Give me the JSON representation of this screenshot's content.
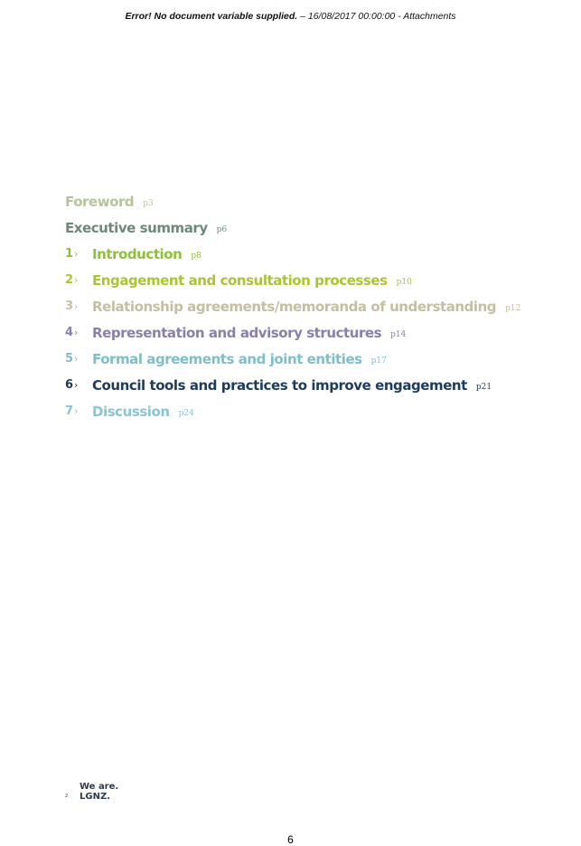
{
  "header": {
    "error_text": "Error! No document variable supplied.",
    "rest_text": " – 16/08/2017 00:00:00 - Attachments"
  },
  "toc": {
    "foreword": {
      "title": "Foreword",
      "page": "p3",
      "color": "#b7c39a"
    },
    "executive_summary": {
      "title": "Executive summary",
      "page": "p6",
      "color": "#6c8a78"
    },
    "items": [
      {
        "num": "1",
        "title": "Introduction",
        "page": "p8",
        "color": "#8fbf3f"
      },
      {
        "num": "2",
        "title": "Engagement and consultation processes",
        "page": "p10",
        "color": "#a9c52f"
      },
      {
        "num": "3",
        "title": "Relationship agreements/memoranda of understanding",
        "page": "p12",
        "color": "#c5bea3"
      },
      {
        "num": "4",
        "title": "Representation and advisory structures",
        "page": "p14",
        "color": "#8a7fa8"
      },
      {
        "num": "5",
        "title": "Formal agreements and joint entities",
        "page": "p17",
        "color": "#7fbec8"
      },
      {
        "num": "6",
        "title": "Council tools and practices to improve engagement",
        "page": "p21",
        "color": "#1f3b5c"
      },
      {
        "num": "7",
        "title": "Discussion",
        "page": "p24",
        "color": "#8cc3d6"
      }
    ],
    "arrow": "›"
  },
  "footer": {
    "logo_line1": "We are.",
    "logo_line2": "LGNZ.",
    "small_num": "2"
  },
  "page_number": "6"
}
